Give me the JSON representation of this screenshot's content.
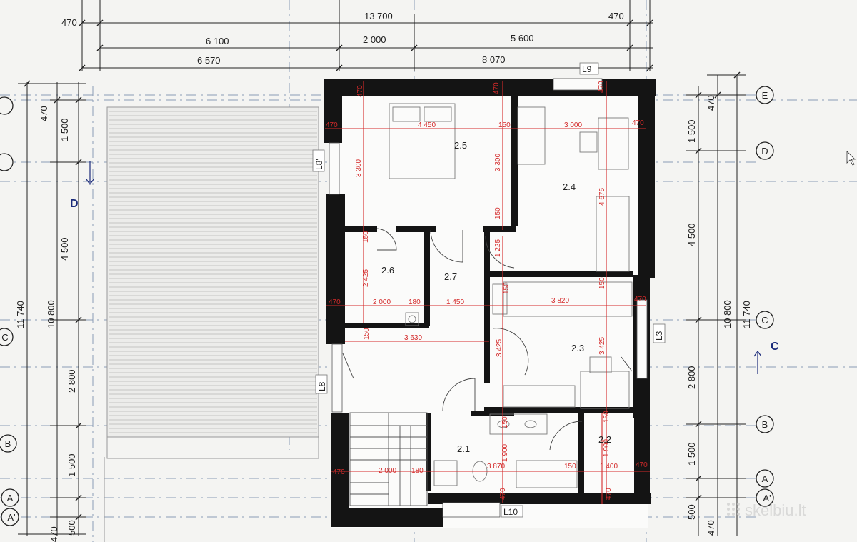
{
  "top_dims": {
    "overall": "13 700",
    "left_margin": "470",
    "right_margin": "470",
    "seg1": "6 100",
    "seg2": "2 000",
    "seg3": "5 600",
    "sub1": "6 570",
    "sub2": "8 070"
  },
  "left_dims": {
    "total_outer": "11 740",
    "total_inner": "10 800",
    "d1": "470",
    "d2": "1 500",
    "d3": "4 500",
    "d4": "2 800",
    "d5": "1 500",
    "d6": "500",
    "d7": "470"
  },
  "right_dims": {
    "total_outer": "11 740",
    "total_inner": "10 800",
    "d1": "470",
    "d2": "1 500",
    "d3": "4 500",
    "d4": "2 800",
    "d5": "1 500",
    "d6": "500",
    "d7": "470"
  },
  "axes": {
    "e": "E",
    "d": "D",
    "c": "C",
    "b": "B",
    "a": "A",
    "a_prime": "A'"
  },
  "sections": {
    "left": "D",
    "right": "C"
  },
  "rooms": {
    "r25": "2.5",
    "r24": "2.4",
    "r26": "2.6",
    "r27": "2.7",
    "r23": "2.3",
    "r21": "2.1",
    "r22": "2.2"
  },
  "wall_labels": {
    "l9": "L9",
    "l8_top": "L8'",
    "l8": "L8",
    "l3": "L3",
    "l10": "L10"
  },
  "red_dims": {
    "t470a": "470",
    "t470b": "470",
    "t470c": "470",
    "h470_l1": "470",
    "h4450": "4 450",
    "h150_1": "150",
    "h3000": "3 000",
    "h470_r1": "470",
    "v3300a": "3 300",
    "v3300b": "3 300",
    "v4675": "4 675",
    "v150a": "150",
    "v150b": "150",
    "v1225": "1 225",
    "v2425": "2 425",
    "h470_l2": "470",
    "h2000a": "2 000",
    "h180a": "180",
    "h1450": "1 450",
    "v150c": "150",
    "h3820": "3 820",
    "h470_r2": "470",
    "v150d": "150",
    "h3630": "3 630",
    "v3425a": "3 425",
    "v3425b": "3 425",
    "v150e": "150",
    "v150f": "150",
    "v150g": "150",
    "v1900a": "1 900",
    "v1900b": "1 900",
    "h470_l3": "470",
    "h2000b": "2 000",
    "h180b": "180",
    "h3870": "3 870",
    "h150_2": "150",
    "h1400": "1 400",
    "h470_r3": "470",
    "v470_bot1": "470",
    "v470_bot2": "470"
  },
  "watermark": "skelbiu.lt"
}
